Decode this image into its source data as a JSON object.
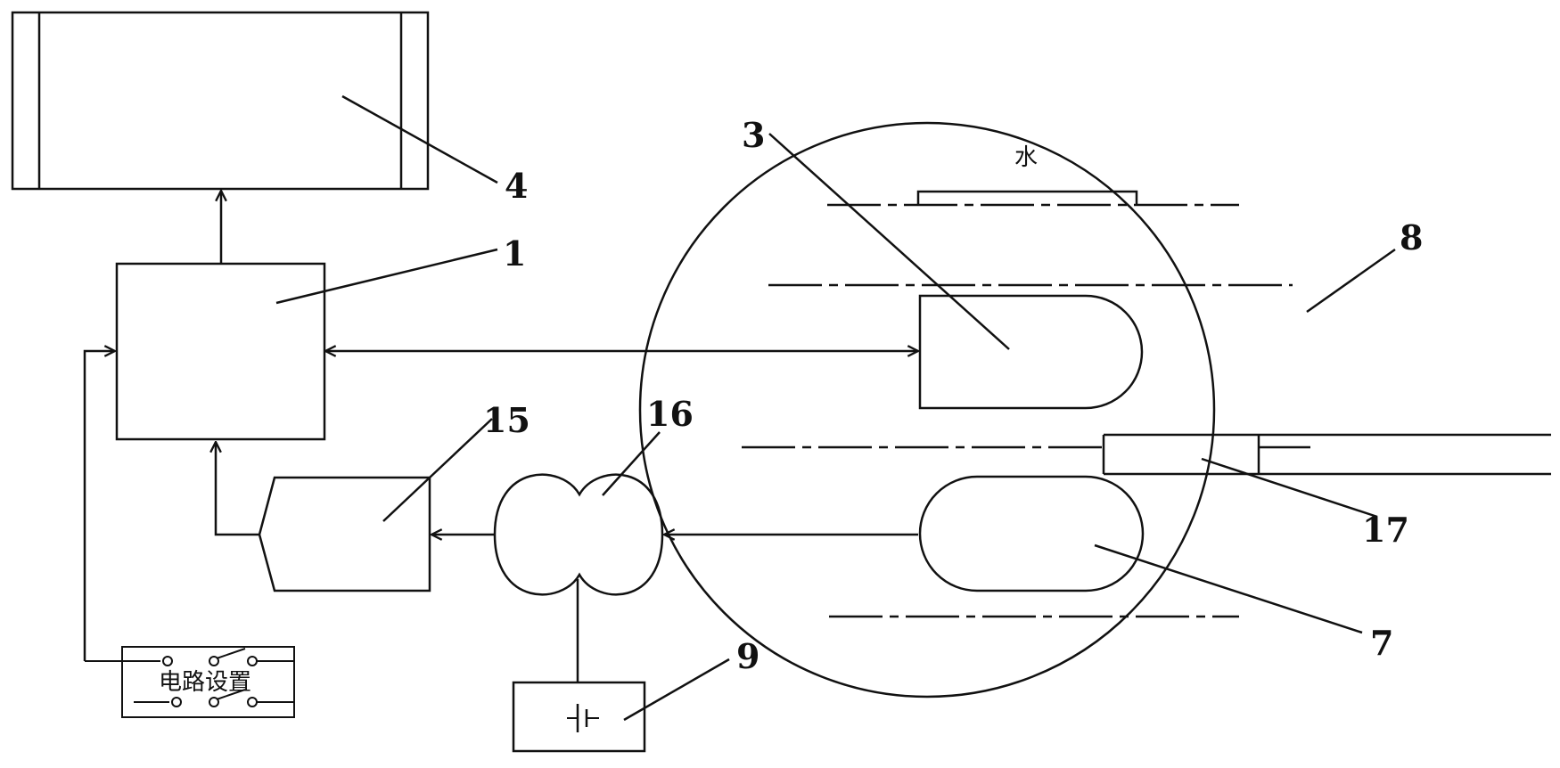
{
  "labels": {
    "l1": "1",
    "l3": "3",
    "l4": "4",
    "l7": "7",
    "l8": "8",
    "l9": "9",
    "l15": "15",
    "l16": "16",
    "l17": "17"
  },
  "text": {
    "water": "水",
    "circuit_setting": "电路设置"
  }
}
